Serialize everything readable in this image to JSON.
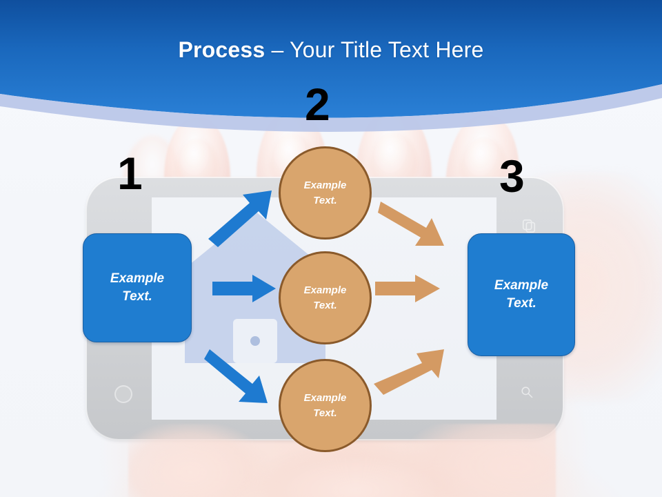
{
  "slide": {
    "title_strong": "Process",
    "title_dash": " – ",
    "title_light": "Your Title Text Here",
    "background_description": "hand-holding-smartphone-photo",
    "colors": {
      "header_blue_top": "#1559a8",
      "header_blue_bottom": "#2a7fd4",
      "header_band": "#b9c6e8",
      "page_background": "#f4f6fa",
      "box_blue": "#1f7dd0",
      "box_border": "#1a5fa3",
      "circle_tan": "#d9a56d",
      "circle_border": "#8a5a2b",
      "arrow_blue": "#1e7ad0",
      "arrow_orange": "#d49a63",
      "number_black": "#000000",
      "house_watermark": "#c3d0ea"
    }
  },
  "steps": [
    {
      "number": "1",
      "label": "Example\nText."
    },
    {
      "number": "2",
      "label": "Example\nText."
    },
    {
      "number": "3",
      "label": "Example\nText."
    }
  ],
  "circles": [
    {
      "label": "Example\nText."
    },
    {
      "label": "Example\nText."
    },
    {
      "label": "Example\nText."
    }
  ],
  "arrows": {
    "blue": [
      {
        "name": "arrow-blue-up-right",
        "direction": "up-right"
      },
      {
        "name": "arrow-blue-right",
        "direction": "right"
      },
      {
        "name": "arrow-blue-down-right",
        "direction": "down-right"
      }
    ],
    "orange": [
      {
        "name": "arrow-orange-down-right",
        "direction": "down-right"
      },
      {
        "name": "arrow-orange-right",
        "direction": "right"
      },
      {
        "name": "arrow-orange-up-right",
        "direction": "up-right"
      }
    ]
  },
  "phone": {
    "icons": [
      "copy-icon",
      "search-icon",
      "home-button"
    ],
    "watermark": "house-icon"
  }
}
